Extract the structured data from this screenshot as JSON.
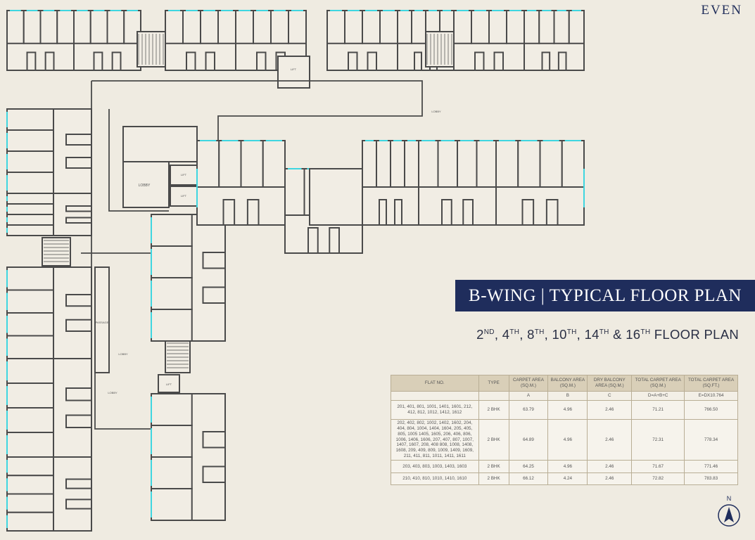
{
  "corner_label": "EVEN",
  "title": "B-WING | TYPICAL FLOOR PLAN",
  "subtitle": {
    "floors": [
      {
        "num": "2",
        "suffix": "ND"
      },
      {
        "num": "4",
        "suffix": "TH"
      },
      {
        "num": "8",
        "suffix": "TH"
      },
      {
        "num": "10",
        "suffix": "TH"
      },
      {
        "num": "14",
        "suffix": "TH"
      },
      {
        "num": "16",
        "suffix": "TH"
      }
    ],
    "tail": "FLOOR PLAN"
  },
  "table": {
    "headers": [
      "FLAT NO.",
      "TYPE",
      "CARPET AREA (SQ.M.)",
      "BALCONY AREA (SQ.M.)",
      "DRY BALCONY AREA (SQ.M.)",
      "TOTAL CARPET AREA (SQ.M.)",
      "TOTAL CARPET AREA (SQ.FT.)"
    ],
    "subheaders": [
      "",
      "",
      "A",
      "B",
      "C",
      "D=A+B+C",
      "E=DX10.764"
    ],
    "rows": [
      [
        "201, 401, 801, 1001, 1401, 1601, 212, 412, 812, 1012, 1412, 1612",
        "2 BHK",
        "63.79",
        "4.96",
        "2.46",
        "71.21",
        "766.50"
      ],
      [
        "202, 402, 802, 1002, 1402, 1602, 204, 404, 804, 1004, 1404, 1604, 205, 405, 805, 1005 1405, 1605, 206, 406, 806, 1006, 1406, 1606, 207, 407, 807, 1007, 1407, 1607, 208, 408 808, 1008, 1408, 1608, 209, 409, 809, 1009, 1409, 1609, 211, 411, 811, 1011, 1411, 1611",
        "2 BHK",
        "64.89",
        "4.96",
        "2.46",
        "72.31",
        "778.34"
      ],
      [
        "203, 403, 803, 1003, 1403, 1603",
        "2 BHK",
        "64.25",
        "4.96",
        "2.46",
        "71.67",
        "771.46"
      ],
      [
        "210, 410, 810, 1010, 1410, 1610",
        "2 BHK",
        "66.12",
        "4.24",
        "2.46",
        "72.82",
        "783.83"
      ]
    ]
  },
  "plan_labels": {
    "lobby": "LOBBY",
    "lift": "LIFT",
    "passage": "PASSAGE"
  },
  "north_label": "N",
  "colors": {
    "navy": "#1f2d5c",
    "wall": "#4a4a4a",
    "window": "#3fd6e0",
    "background": "#efebe1",
    "table_header": "#d9cfb8"
  }
}
